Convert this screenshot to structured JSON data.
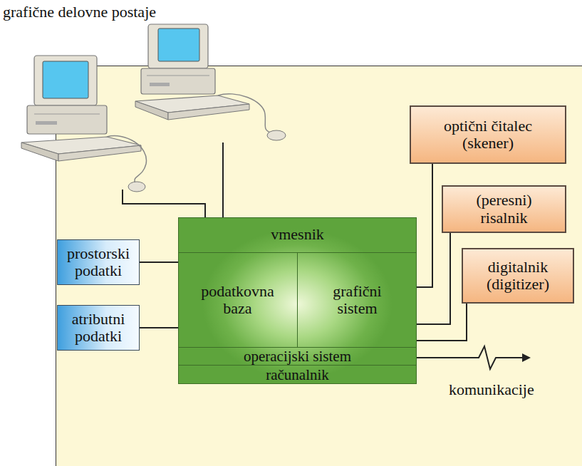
{
  "diagram": {
    "title": "grafične delovne postaje",
    "nodes": [
      {
        "text": [
          "optični čitalec (skener)"
        ]
      },
      {
        "text": [
          "(peresni) risalnik"
        ]
      },
      {
        "text": [
          "prostorski podatki"
        ]
      },
      {
        "text": [
          "vmesnik"
        ]
      },
      {
        "text": [
          "podatkovna baza"
        ]
      },
      {
        "text": [
          "grafični sistem"
        ]
      },
      {
        "text": [
          "digitalnik (digitizer)"
        ]
      },
      {
        "text": [
          "atributni podatki"
        ]
      },
      {
        "text": [
          "operacijski sistem"
        ]
      },
      {
        "text": [
          "računalnik"
        ]
      }
    ],
    "edges": [
      {
        "from": 2,
        "to": 4,
        "arrow": "none"
      },
      {
        "from": 7,
        "to": 4,
        "arrow": "none"
      },
      {
        "from": 0,
        "to": 5,
        "arrow": "none"
      },
      {
        "from": 1,
        "to": 5,
        "arrow": "none"
      },
      {
        "from": 6,
        "to": 5,
        "arrow": "none"
      }
    ],
    "labels": [
      "komunikacije"
    ]
  }
}
